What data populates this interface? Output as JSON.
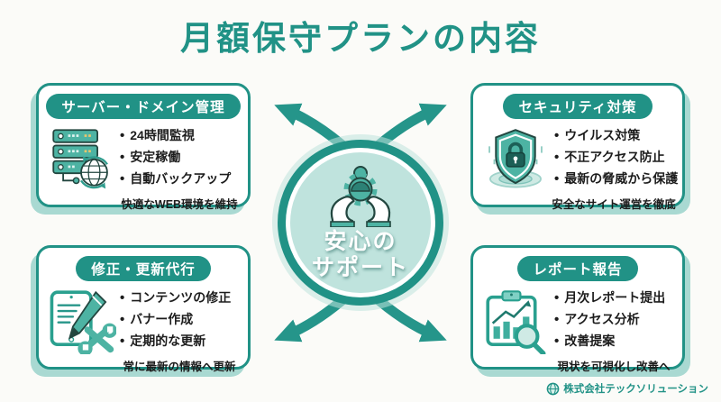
{
  "title": "月額保守プランの内容",
  "center": {
    "line1": "安心の",
    "line2": "サポート",
    "icon": "hands-gear-support-icon"
  },
  "cards": [
    {
      "header": "サーバー・ドメイン管理",
      "icon": "server-globe-icon",
      "bullets": [
        "24時間監視",
        "安定稼働",
        "自動バックアップ"
      ],
      "note": "快適なWEB環境を維持"
    },
    {
      "header": "セキュリティ対策",
      "icon": "shield-lock-icon",
      "bullets": [
        "ウイルス対策",
        "不正アクセス防止",
        "最新の脅威から保護"
      ],
      "note": "安全なサイト運営を徹底"
    },
    {
      "header": "修正・更新代行",
      "icon": "tablet-pencil-wrench-icon",
      "bullets": [
        "コンテンツの修正",
        "バナー作成",
        "定期的な更新"
      ],
      "note": "常に最新の情報へ更新"
    },
    {
      "header": "レポート報告",
      "icon": "report-chart-magnifier-icon",
      "bullets": [
        "月次レポート提出",
        "アクセス分析",
        "改善提案"
      ],
      "note": "現状を可視化し改善へ"
    }
  ],
  "company": "株式会社テックソリューション",
  "colors": {
    "accent_teal": "#219286",
    "shadow_mint": "#a9d9d2",
    "badge_fill": "#bfe3dd",
    "text_ink": "#1c1c1c"
  }
}
